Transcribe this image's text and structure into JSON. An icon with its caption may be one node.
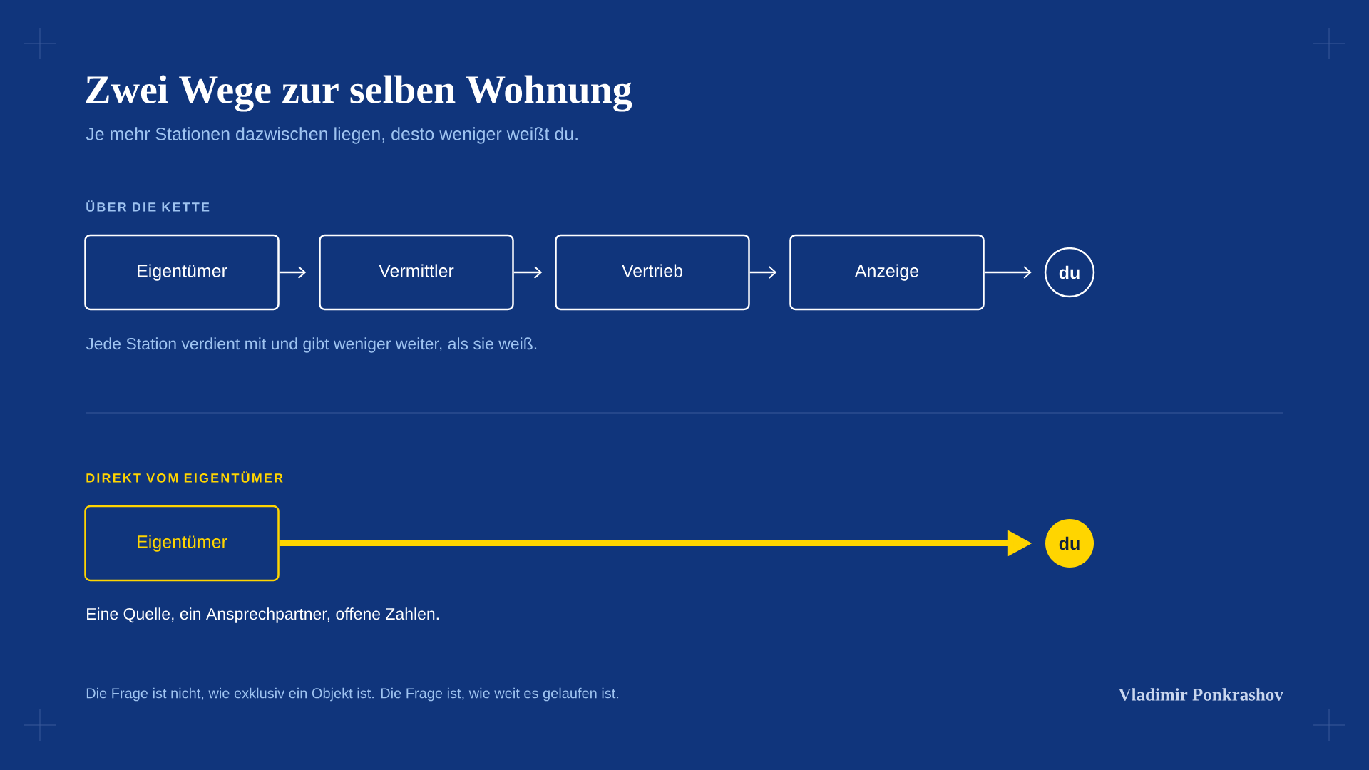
{
  "diagram": {
    "title": "Zwei Wege zur selben Wohnung",
    "nodes": [
      {
        "text": [
          "Eigentümer"
        ]
      },
      {
        "text": [
          "Vermittler"
        ]
      },
      {
        "text": [
          "Vertrieb"
        ]
      },
      {
        "text": [
          "Anzeige"
        ]
      },
      {
        "text": [
          "du"
        ]
      },
      {
        "text": [
          "Eigentümer"
        ]
      },
      {
        "text": [
          "du"
        ]
      }
    ],
    "edges": [
      {
        "from": 0,
        "to": 1,
        "arrow": "to"
      },
      {
        "from": 1,
        "to": 2,
        "arrow": "to"
      },
      {
        "from": 2,
        "to": 3,
        "arrow": "to"
      },
      {
        "from": 3,
        "to": 4,
        "arrow": "to"
      },
      {
        "from": 5,
        "to": 6,
        "arrow": "to",
        "style": "thick",
        "color": "#ffd500"
      }
    ],
    "labels": [
      "Je mehr Stationen dazwischen liegen, desto weniger weißt du.",
      "ÜBER DIE KETTE",
      "Jede Station verdient mit und gibt weniger weiter, als sie weiß.",
      "DIREKT VOM EIGENTÜMER",
      "Eine Quelle, ein Ansprechpartner, offene Zahlen.",
      "Die Frage ist nicht, wie exklusiv ein Objekt ist. Die Frage ist, wie weit es gelaufen ist.",
      "Vladimir Ponkrashov"
    ]
  }
}
